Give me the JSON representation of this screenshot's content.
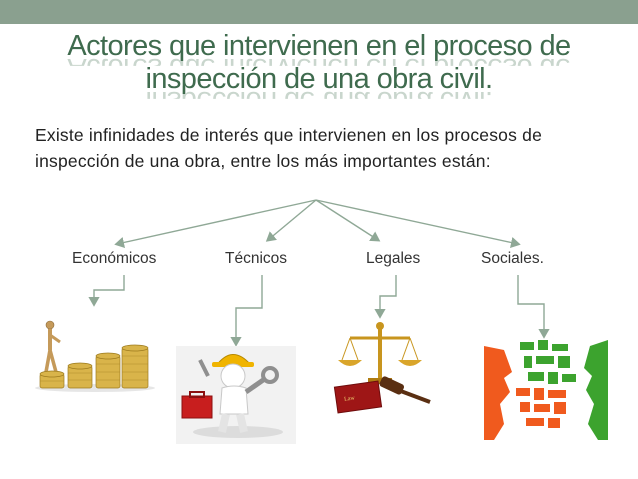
{
  "slide": {
    "title_line1": "Actores que intervienen en el proceso de",
    "title_line2": "inspección de una obra civil.",
    "intro": "Existe infinidades de interés que intervienen en los procesos de inspección de una obra, entre los más importantes están:"
  },
  "categories": [
    {
      "label": "Económicos",
      "icon": "coins-figure-icon"
    },
    {
      "label": "Técnicos",
      "icon": "worker-wrench-icon"
    },
    {
      "label": "Legales",
      "icon": "scales-of-justice-icon"
    },
    {
      "label": "Sociales.",
      "icon": "faces-speech-icon"
    }
  ],
  "legal_book_text": "Law",
  "colors": {
    "title": "#3f6b4e",
    "top_bar": "#8aa08f",
    "connector": "#8fa896"
  }
}
